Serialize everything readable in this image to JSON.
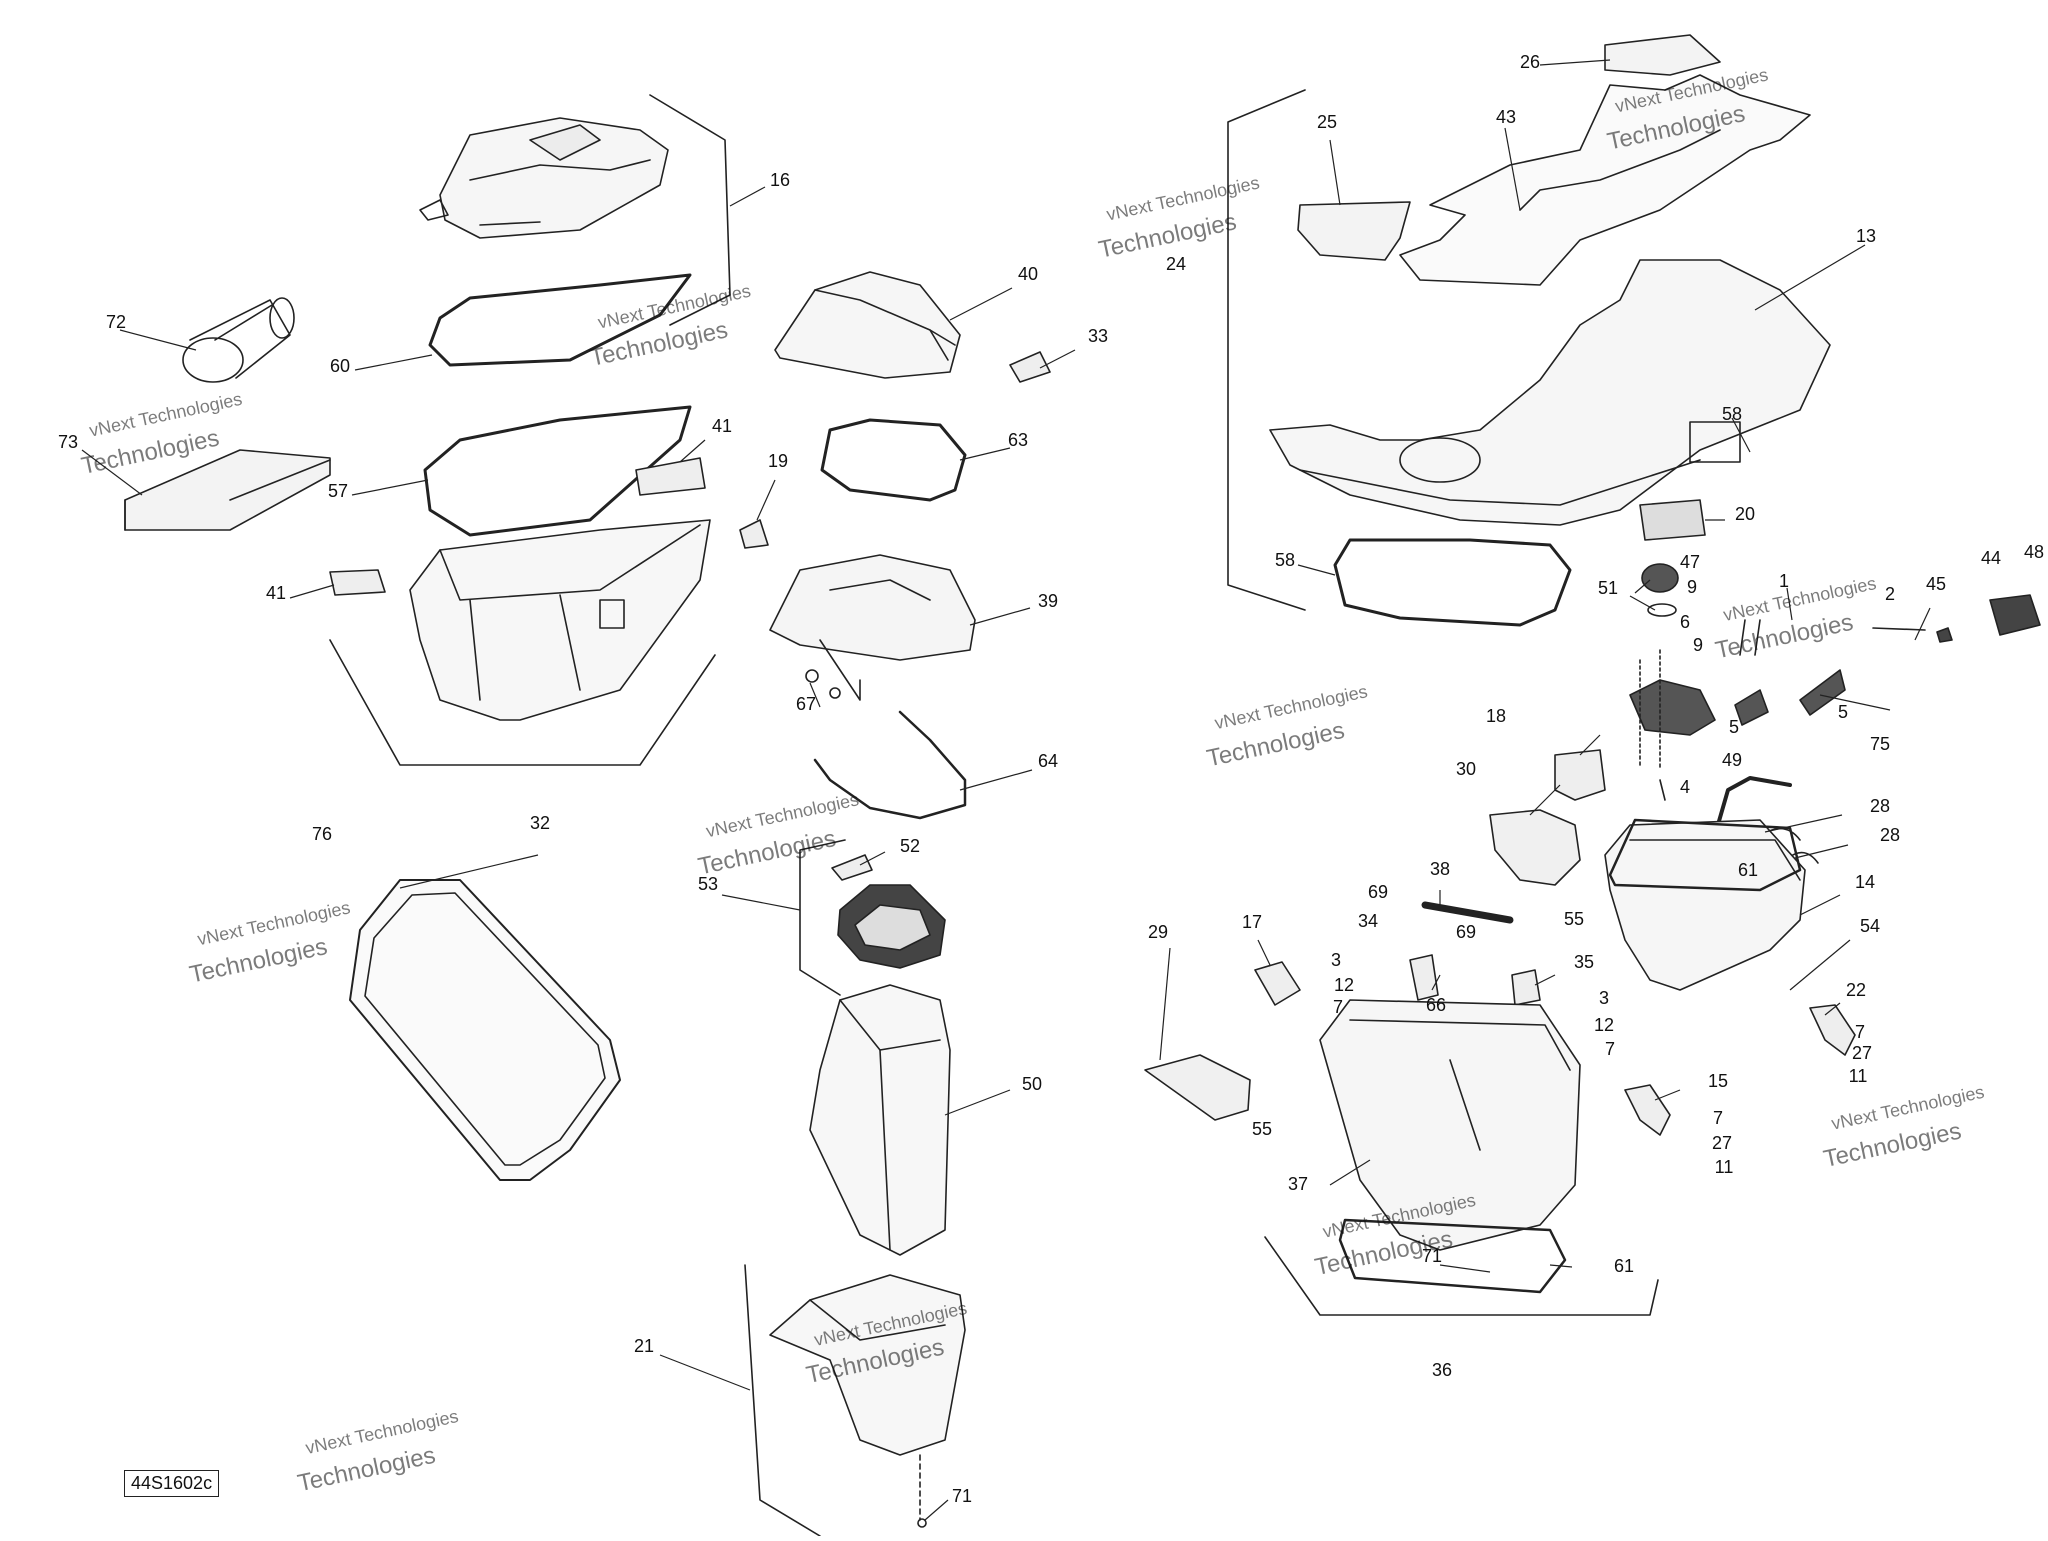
{
  "diagram": {
    "reference_code": "44S1602c",
    "watermark_line1": "vNext Technologies",
    "watermark_line2": "Technologies",
    "callouts": [
      {
        "id": "c72",
        "label": "72"
      },
      {
        "id": "c73",
        "label": "73"
      },
      {
        "id": "c60",
        "label": "60"
      },
      {
        "id": "c57",
        "label": "57"
      },
      {
        "id": "c16",
        "label": "16"
      },
      {
        "id": "c41a",
        "label": "41"
      },
      {
        "id": "c41b",
        "label": "41"
      },
      {
        "id": "c32",
        "label": "32"
      },
      {
        "id": "c76",
        "label": "76"
      },
      {
        "id": "c40",
        "label": "40"
      },
      {
        "id": "c33",
        "label": "33"
      },
      {
        "id": "c63",
        "label": "63"
      },
      {
        "id": "c19",
        "label": "19"
      },
      {
        "id": "c39",
        "label": "39"
      },
      {
        "id": "c67",
        "label": "67"
      },
      {
        "id": "c64",
        "label": "64"
      },
      {
        "id": "c52",
        "label": "52"
      },
      {
        "id": "c53",
        "label": "53"
      },
      {
        "id": "c50",
        "label": "50"
      },
      {
        "id": "c21",
        "label": "21"
      },
      {
        "id": "c71a",
        "label": "71"
      },
      {
        "id": "c26",
        "label": "26"
      },
      {
        "id": "c25",
        "label": "25"
      },
      {
        "id": "c43",
        "label": "43"
      },
      {
        "id": "c24",
        "label": "24"
      },
      {
        "id": "c13",
        "label": "13"
      },
      {
        "id": "c58a",
        "label": "58"
      },
      {
        "id": "c20",
        "label": "20"
      },
      {
        "id": "c58b",
        "label": "58"
      },
      {
        "id": "c47",
        "label": "47"
      },
      {
        "id": "c51",
        "label": "51"
      },
      {
        "id": "c9a",
        "label": "9"
      },
      {
        "id": "c6",
        "label": "6"
      },
      {
        "id": "c9b",
        "label": "9"
      },
      {
        "id": "c1",
        "label": "1"
      },
      {
        "id": "c2",
        "label": "2"
      },
      {
        "id": "c45",
        "label": "45"
      },
      {
        "id": "c44",
        "label": "44"
      },
      {
        "id": "c48",
        "label": "48"
      },
      {
        "id": "c5a",
        "label": "5"
      },
      {
        "id": "c5b",
        "label": "5"
      },
      {
        "id": "c75",
        "label": "75"
      },
      {
        "id": "c49",
        "label": "49"
      },
      {
        "id": "c4",
        "label": "4"
      },
      {
        "id": "c18",
        "label": "18"
      },
      {
        "id": "c30",
        "label": "30"
      },
      {
        "id": "c28a",
        "label": "28"
      },
      {
        "id": "c28b",
        "label": "28"
      },
      {
        "id": "c61a",
        "label": "61"
      },
      {
        "id": "c14",
        "label": "14"
      },
      {
        "id": "c54",
        "label": "54"
      },
      {
        "id": "c38",
        "label": "38"
      },
      {
        "id": "c69a",
        "label": "69"
      },
      {
        "id": "c69b",
        "label": "69"
      },
      {
        "id": "c55a",
        "label": "55"
      },
      {
        "id": "c34",
        "label": "34"
      },
      {
        "id": "c29",
        "label": "29"
      },
      {
        "id": "c17",
        "label": "17"
      },
      {
        "id": "c3a",
        "label": "3"
      },
      {
        "id": "c12a",
        "label": "12"
      },
      {
        "id": "c7a",
        "label": "7"
      },
      {
        "id": "c66",
        "label": "66"
      },
      {
        "id": "c35",
        "label": "35"
      },
      {
        "id": "c3b",
        "label": "3"
      },
      {
        "id": "c12b",
        "label": "12"
      },
      {
        "id": "c7b",
        "label": "7"
      },
      {
        "id": "c22",
        "label": "22"
      },
      {
        "id": "c7c",
        "label": "7"
      },
      {
        "id": "c27a",
        "label": "27"
      },
      {
        "id": "c11a",
        "label": "11"
      },
      {
        "id": "c15",
        "label": "15"
      },
      {
        "id": "c7d",
        "label": "7"
      },
      {
        "id": "c27b",
        "label": "27"
      },
      {
        "id": "c11b",
        "label": "11"
      },
      {
        "id": "c55b",
        "label": "55"
      },
      {
        "id": "c37",
        "label": "37"
      },
      {
        "id": "c71b",
        "label": "71"
      },
      {
        "id": "c61b",
        "label": "61"
      },
      {
        "id": "c36",
        "label": "36"
      }
    ]
  }
}
